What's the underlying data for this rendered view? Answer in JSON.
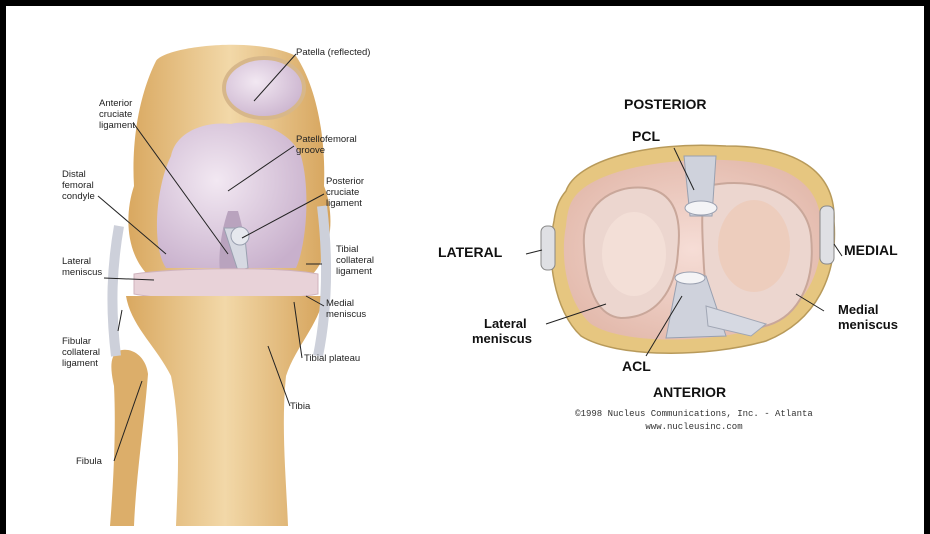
{
  "left_labels": {
    "patella": "Patella (reflected)",
    "acl_l1": "Anterior",
    "acl_l2": "cruciate",
    "acl_l3": "ligament",
    "pf_l1": "Patellofemoral",
    "pf_l2": "groove",
    "dfc_l1": "Distal",
    "dfc_l2": "femoral",
    "dfc_l3": "condyle",
    "pcl_l1": "Posterior",
    "pcl_l2": "cruciate",
    "pcl_l3": "ligament",
    "lm_l1": "Lateral",
    "lm_l2": "meniscus",
    "tcl_l1": "Tibial",
    "tcl_l2": "collateral",
    "tcl_l3": "ligament",
    "mm_l1": "Medial",
    "mm_l2": "meniscus",
    "fcl_l1": "Fibular",
    "fcl_l2": "collateral",
    "fcl_l3": "ligament",
    "tibial_plateau": "Tibial plateau",
    "tibia": "Tibia",
    "fibula": "Fibula"
  },
  "right_labels": {
    "posterior": "POSTERIOR",
    "pcl": "PCL",
    "lateral": "LATERAL",
    "medial": "MEDIAL",
    "lat_men_l1": "Lateral",
    "lat_men_l2": "meniscus",
    "med_men_l1": "Medial",
    "med_men_l2": "meniscus",
    "acl": "ACL",
    "anterior": "ANTERIOR"
  },
  "copyright": {
    "line1": "©1998 Nucleus Communications, Inc. - Atlanta",
    "line2": "www.nucleusinc.com"
  },
  "colors": {
    "bone": "#e9c58c",
    "cartilage": "#d9c7de",
    "ligament": "#c9ccd6",
    "meniscus": "#dcd0c8",
    "plateau": "#f0c9be"
  }
}
